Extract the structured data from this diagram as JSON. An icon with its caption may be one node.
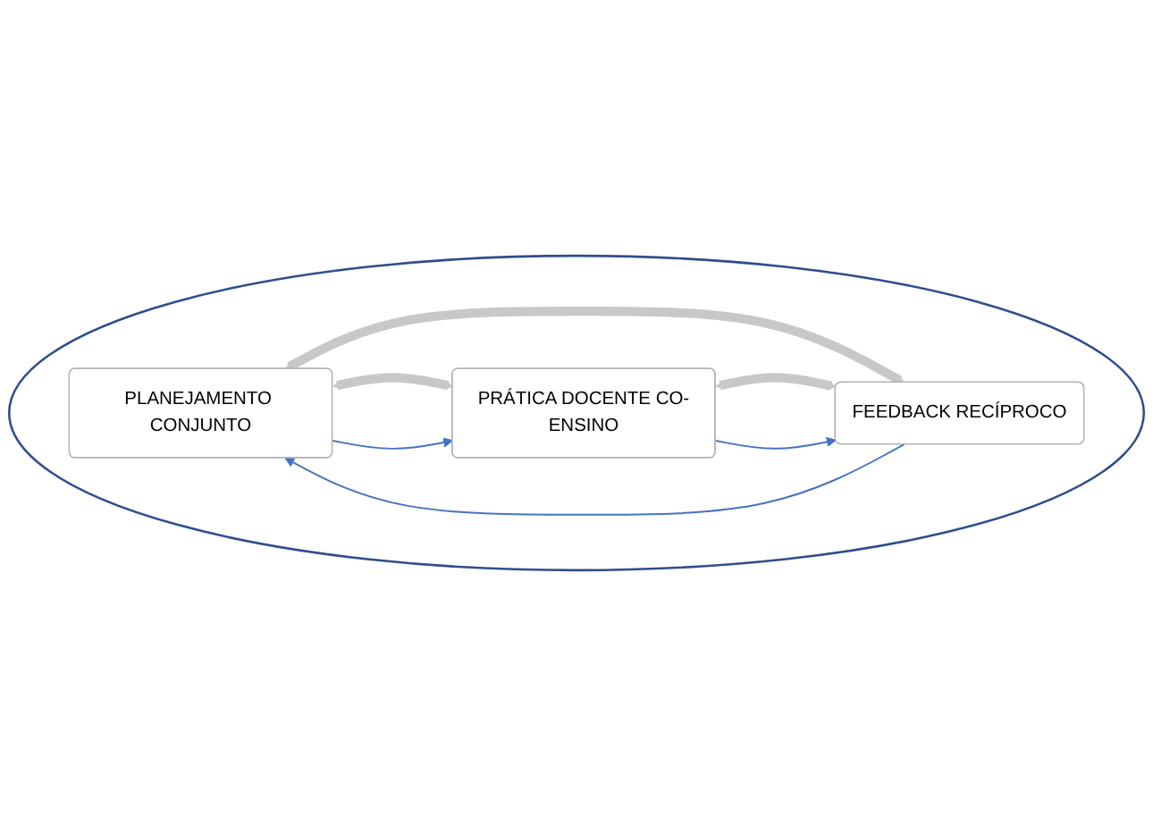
{
  "diagram": {
    "nodes": [
      {
        "text": [],
        "shape": "ellipse"
      },
      {
        "text": [
          "PLANEJAMENTO CONJUNTO"
        ],
        "in": 0
      },
      {
        "text": [
          "PRÁTICA DOCENTE CO-ENSINO"
        ],
        "in": 0
      },
      {
        "text": [
          "FEEDBACK RECÍPROCO"
        ],
        "in": 0
      }
    ],
    "edges": [
      {
        "from": 1,
        "to": 2,
        "arrow": "both",
        "style": "thick",
        "color": "#c8c8c8"
      },
      {
        "from": 1,
        "to": 3,
        "arrow": "both",
        "style": "thick",
        "color": "#c8c8c8"
      },
      {
        "from": 2,
        "to": 3,
        "arrow": "both",
        "style": "thick",
        "color": "#c8c8c8"
      },
      {
        "from": 1,
        "to": 2,
        "arrow": "to",
        "color": "#4472c4"
      },
      {
        "from": 2,
        "to": 3,
        "arrow": "to",
        "color": "#4472c4"
      },
      {
        "from": 3,
        "to": 1,
        "arrow": "to",
        "color": "#4472c4"
      }
    ]
  }
}
